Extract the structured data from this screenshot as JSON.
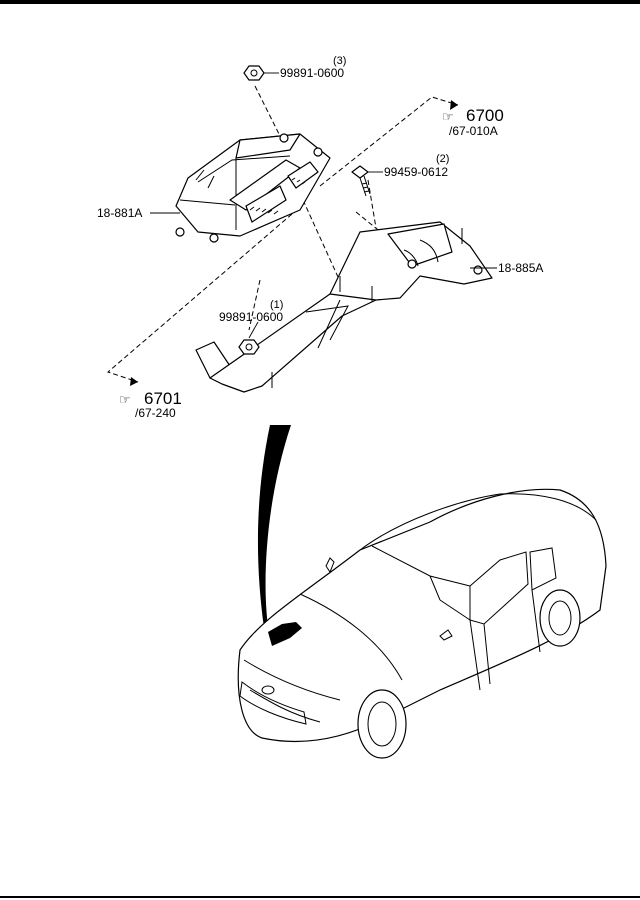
{
  "callouts": {
    "nut_top": {
      "part": "99891-0600",
      "qty": "(3)"
    },
    "bolt": {
      "part": "99459-0612",
      "qty": "(2)"
    },
    "nut_lower": {
      "part": "99891-0600",
      "qty": "(1)"
    },
    "module": {
      "part": "18-881A"
    },
    "bracket": {
      "part": "18-885A"
    }
  },
  "references": {
    "upper": {
      "page": "6700",
      "sub": "/67-010A"
    },
    "lower": {
      "page": "6701",
      "sub": "/67-240"
    }
  },
  "icons": {
    "reference": "pointing-hand-icon"
  }
}
